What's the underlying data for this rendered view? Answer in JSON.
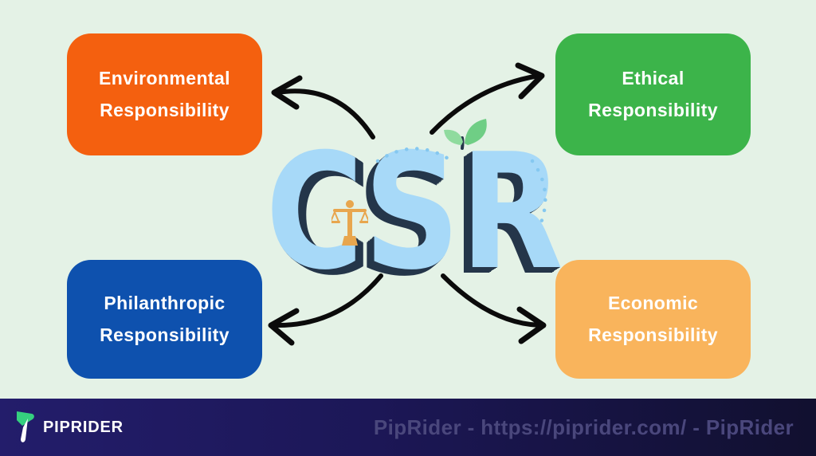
{
  "page": {
    "background_color": "#E4F2E6",
    "title": "CSR — Corporate Social Responsibility infographic"
  },
  "center": {
    "letters": {
      "c": "C",
      "s": "S",
      "r": "R"
    },
    "letter_color": "#A7D9F8",
    "extrude_color": "#25364A",
    "scales_icon_color": "#E8A64E",
    "sprout_color_light": "#8FDB9E",
    "sprout_color_dark": "#6FCE85",
    "dots_color": "#85C8F0"
  },
  "boxes": {
    "environmental": {
      "line1": "Environmental",
      "line2": "Responsibility",
      "color": "#F4600F",
      "text_color": "#FFFFFF"
    },
    "ethical": {
      "line1": "Ethical",
      "line2": "Responsibility",
      "color": "#3CB44A",
      "text_color": "#FFFFFF"
    },
    "philanthropic": {
      "line1": "Philanthropic",
      "line2": "Responsibility",
      "color": "#0E51AE",
      "text_color": "#FFFFFF"
    },
    "economic": {
      "line1": "Economic",
      "line2": "Responsibility",
      "color": "#F9B45C",
      "text_color": "#FFFFFF"
    }
  },
  "arrows": {
    "color": "#0B0B0B"
  },
  "footer": {
    "logo_text": "PIPRIDER",
    "watermark": "PipRider - https://piprider.com/ - PipRider",
    "background_start": "#231D6B",
    "background_end": "#11102F",
    "logo_green": "#35D07F",
    "watermark_color": "#4A477C"
  }
}
